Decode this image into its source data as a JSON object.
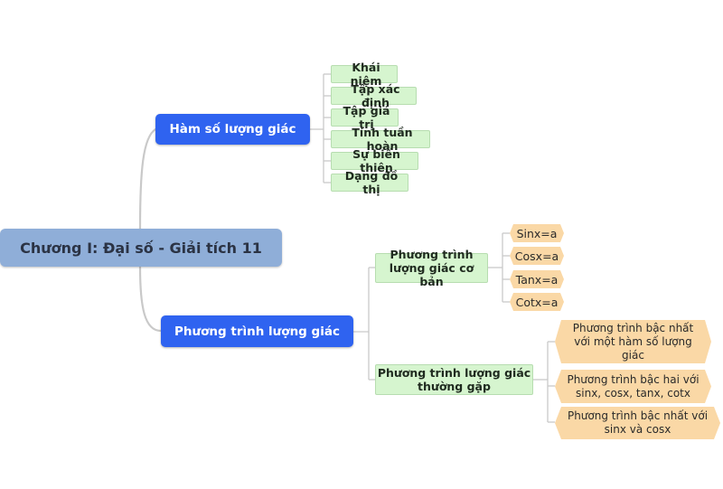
{
  "colors": {
    "root": "#8faed8",
    "main_topic": "#2f63f0",
    "subtopic": "#d6f5cf",
    "leaf_orange": "#fad8a6",
    "connector": "#c9c9c9"
  },
  "root": {
    "label": "Chương I: Đại số - Giải tích 11"
  },
  "branch1": {
    "label": "Hàm số lượng giác",
    "items": [
      "Khái niệm",
      "Tập xác định",
      "Tập giá trị",
      "Tính tuần hoàn",
      "Sự biến thiên",
      "Dạng đồ thị"
    ]
  },
  "branch2": {
    "label": "Phương trình lượng giác",
    "basic": {
      "label": "Phương trình lượng giác cơ bản",
      "items": [
        "Sinx=a",
        "Cosx=a",
        "Tanx=a",
        "Cotx=a"
      ]
    },
    "common": {
      "label": "Phương trình lượng giác thường gặp",
      "items": [
        "Phương trình bậc nhất với một hàm số lượng giác",
        "Phương trình bậc hai với sinx, cosx, tanx, cotx",
        "Phương trình bậc nhất với sinx và cosx"
      ]
    }
  }
}
